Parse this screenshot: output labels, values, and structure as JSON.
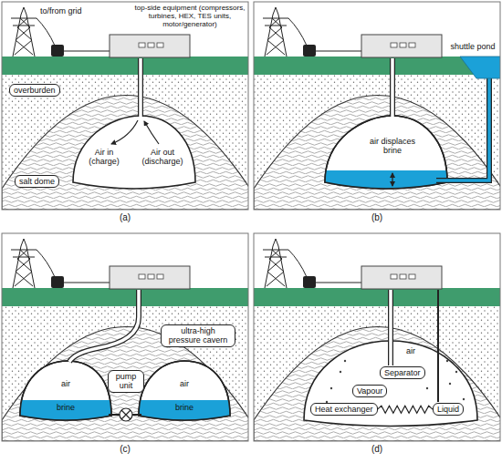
{
  "diagram": {
    "nodes": [
      {
        "text": [
          "overburden"
        ]
      },
      {
        "text": [
          "salt dome"
        ]
      },
      {
        "text": [
          "ultra-high pressure cavern"
        ]
      },
      {
        "text": [
          "pump unit"
        ]
      },
      {
        "text": [
          "Separator"
        ]
      },
      {
        "text": [
          "Vapour"
        ]
      },
      {
        "text": [
          "Heat exchanger"
        ]
      },
      {
        "text": [
          "Liquid"
        ]
      }
    ],
    "edges": [
      {
        "from": 6,
        "to": 7,
        "arrow": "none"
      }
    ],
    "labels": [
      "to/from grid",
      "top-side equipment (compressors, turbines, HEX, TES units, motor/generator)",
      "Air in (charge)",
      "Air out (discharge)",
      "(a)",
      "shuttle pond",
      "air displaces brine",
      "(b)",
      "air",
      "brine",
      "air",
      "brine",
      "(c)",
      "air",
      "(d)"
    ]
  }
}
